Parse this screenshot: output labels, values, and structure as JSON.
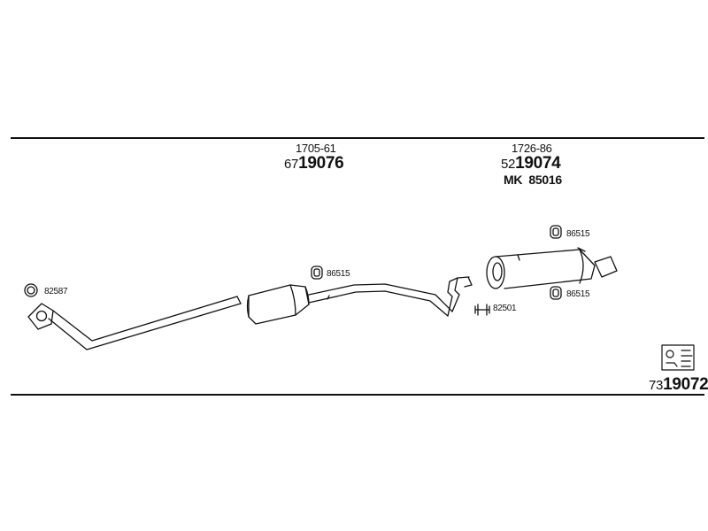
{
  "sections": [
    {
      "ref": "1705-61",
      "prefix": "67",
      "number": "19076"
    },
    {
      "ref": "1726-86",
      "prefix": "52",
      "number": "19074",
      "kit_label": "MK",
      "kit_number": "85016"
    }
  ],
  "parts": {
    "ring": "82587",
    "mount_front": "86515",
    "mount_rear_top": "86515",
    "mount_rear_bottom": "86515",
    "clamp": "82501"
  },
  "overall": {
    "prefix": "73",
    "number": "19072"
  },
  "colors": {
    "line": "#111111",
    "background": "#ffffff"
  }
}
